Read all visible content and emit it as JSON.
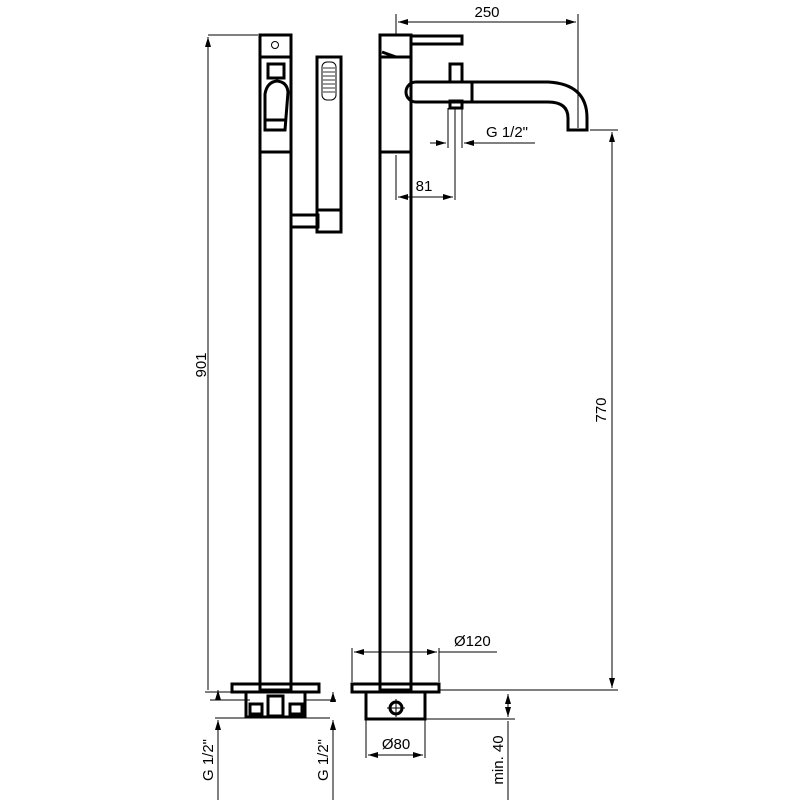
{
  "drawing": {
    "title": "Freestanding bath mixer technical drawing",
    "dimensions": {
      "overall_height": "901",
      "spout_reach": "250",
      "spout_height": "770",
      "outlet_thread": "G 1/2\"",
      "outlet_offset": "81",
      "base_diameter": "Ø120",
      "pipe_diameter": "Ø80",
      "min_depth": "min. 40",
      "inlet_left": "G 1/2\"",
      "inlet_right": "G 1/2\""
    }
  }
}
